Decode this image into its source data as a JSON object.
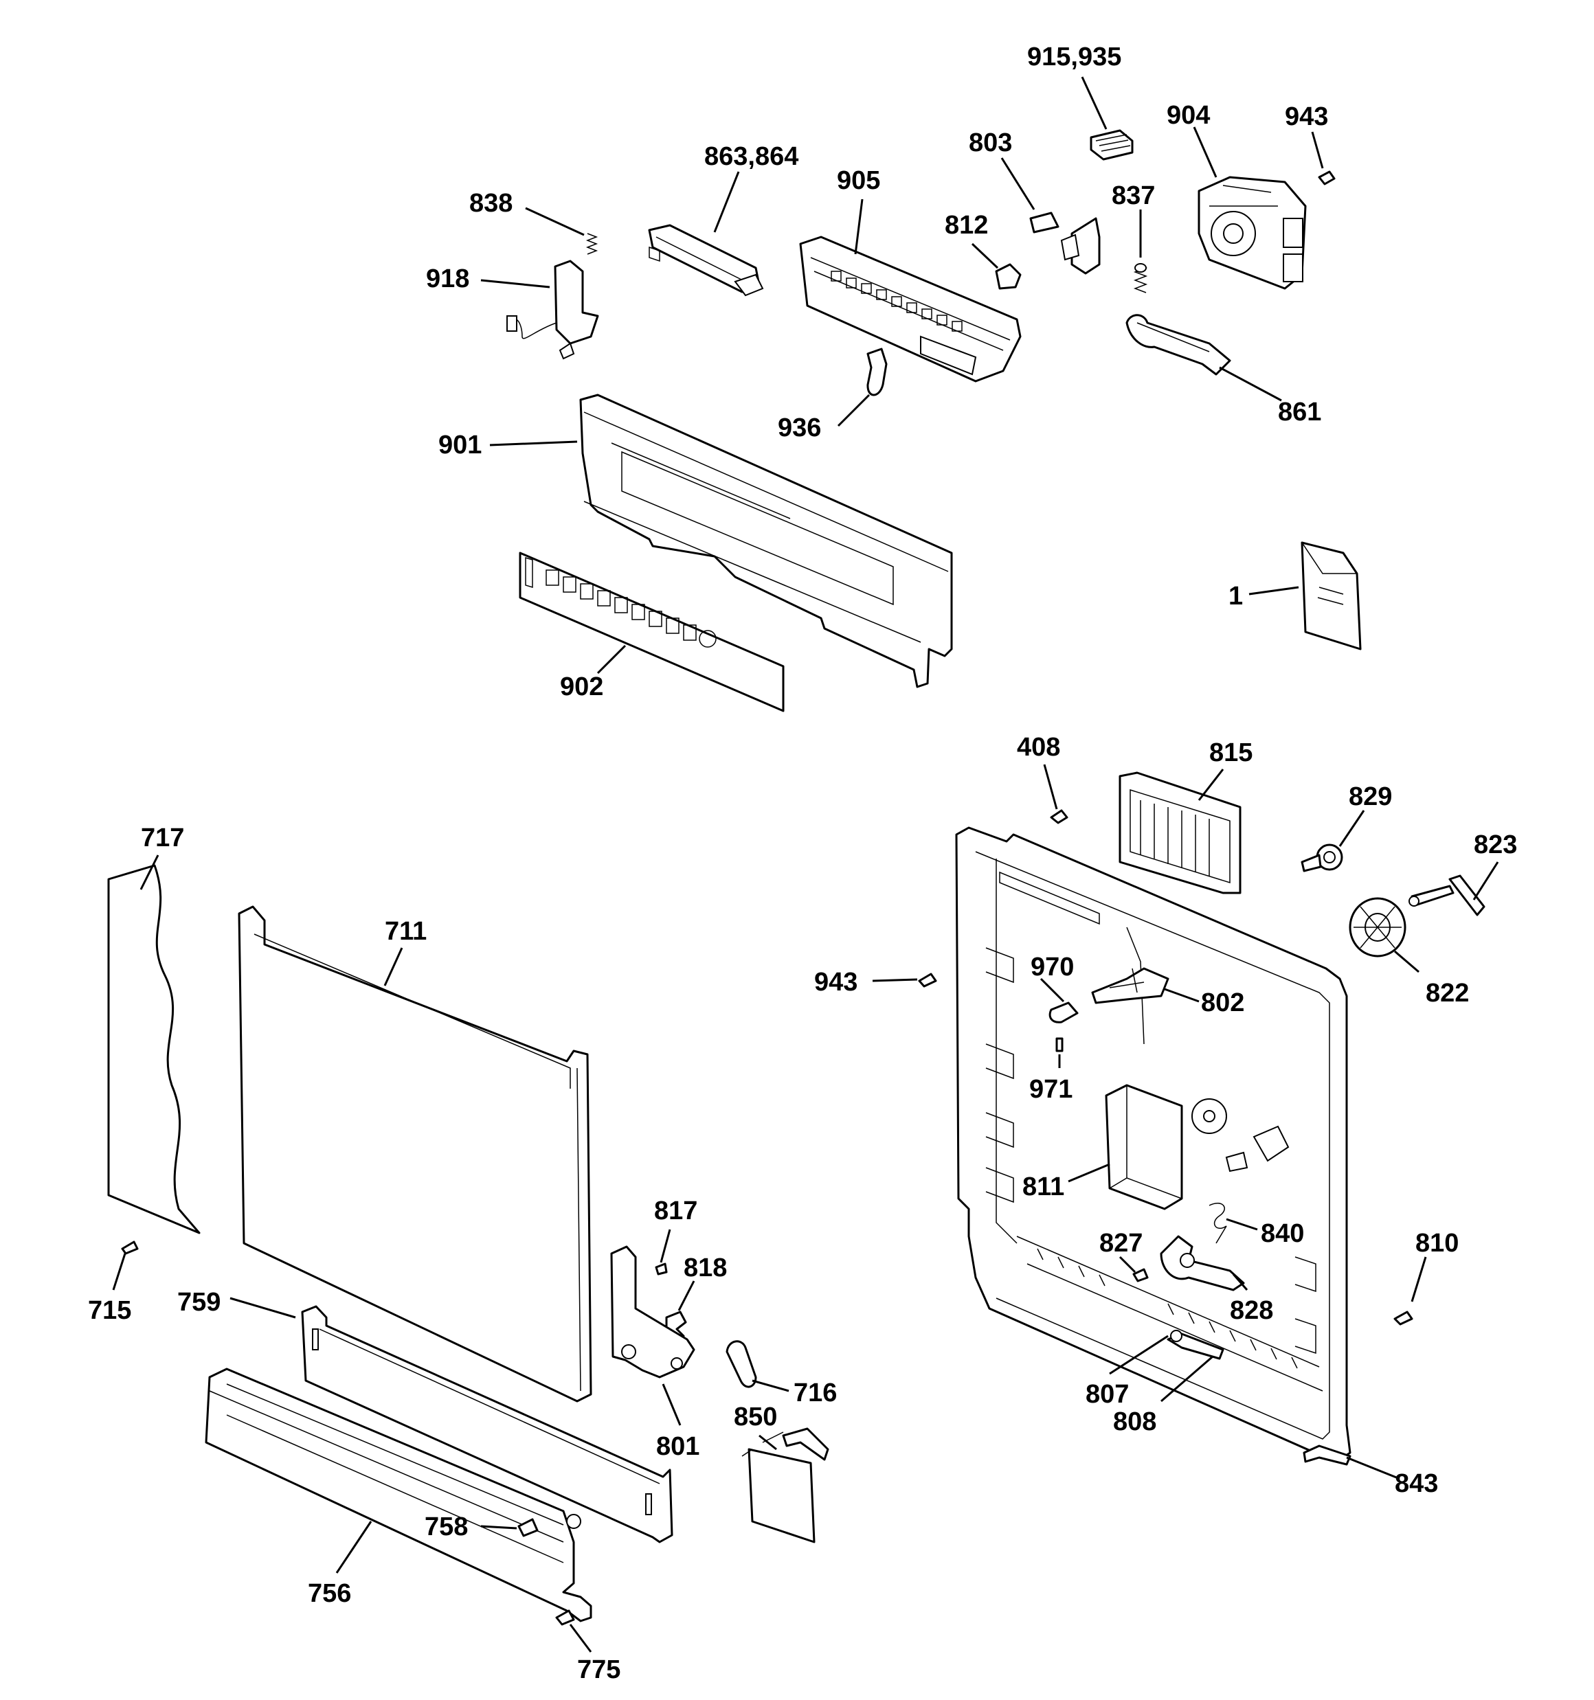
{
  "labels": {
    "l_915_935": "915,935",
    "l_904": "904",
    "l_943_top": "943",
    "l_803": "803",
    "l_837": "837",
    "l_863_864": "863,864",
    "l_905": "905",
    "l_812": "812",
    "l_838": "838",
    "l_918": "918",
    "l_861": "861",
    "l_936": "936",
    "l_901": "901",
    "l_1": "1",
    "l_902": "902",
    "l_408": "408",
    "l_815": "815",
    "l_829": "829",
    "l_823": "823",
    "l_717": "717",
    "l_711": "711",
    "l_943_mid": "943",
    "l_970": "970",
    "l_802": "802",
    "l_822": "822",
    "l_971": "971",
    "l_811": "811",
    "l_817": "817",
    "l_818": "818",
    "l_827": "827",
    "l_840": "840",
    "l_810": "810",
    "l_715": "715",
    "l_759": "759",
    "l_828": "828",
    "l_716": "716",
    "l_807": "807",
    "l_850": "850",
    "l_808": "808",
    "l_801": "801",
    "l_843": "843",
    "l_758": "758",
    "l_756": "756",
    "l_775": "775"
  }
}
